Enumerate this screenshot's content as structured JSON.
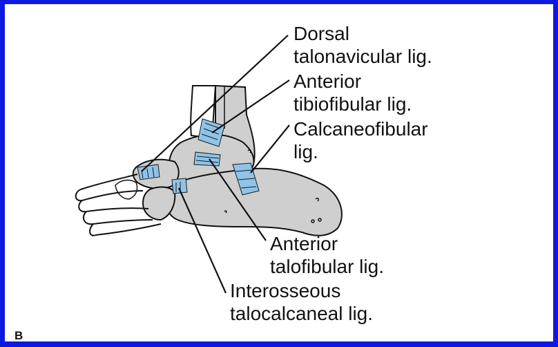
{
  "labels": {
    "dorsal_talonavicular": {
      "line1": "Dorsal",
      "line2": "talonavicular lig."
    },
    "anterior_tibiofibular": {
      "line1": "Anterior",
      "line2": "tibiofibular lig."
    },
    "calcaneofibular": {
      "line1": "Calcaneofibular",
      "line2": "lig."
    },
    "anterior_talofibular": {
      "line1": "Anterior",
      "line2": "talofibular lig."
    },
    "interosseous_talocalcaneal": {
      "line1": "Interosseous",
      "line2": "talocalcaneal lig."
    }
  },
  "panel_letter": "B",
  "colors": {
    "border": "#0d18e0",
    "background": "#ffffff",
    "bone_fill": "#cfcfcf",
    "ligament": "#8fc3e8",
    "ink": "#111111"
  }
}
